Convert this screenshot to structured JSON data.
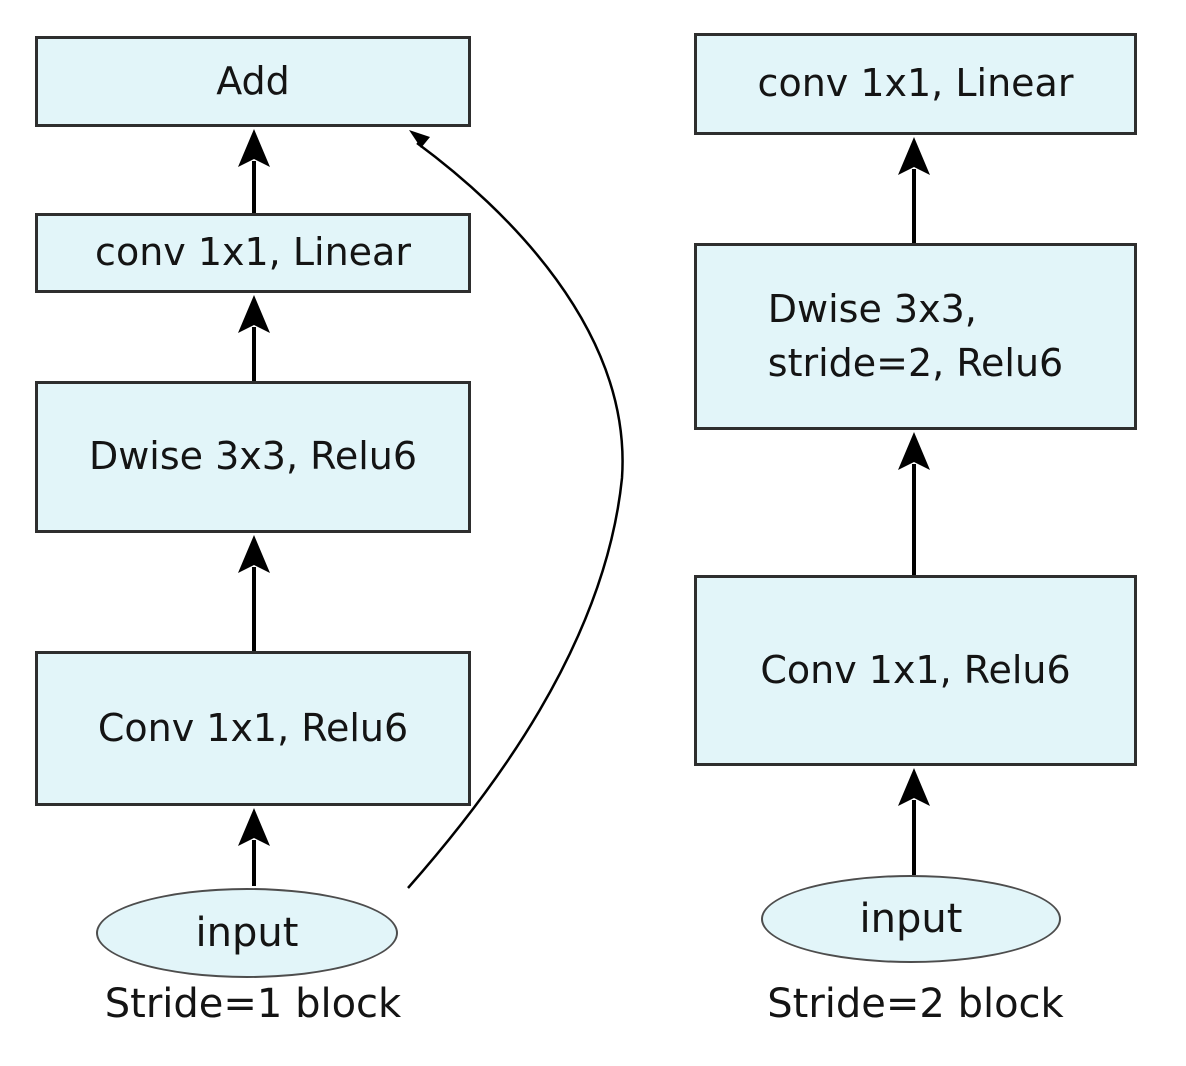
{
  "colors": {
    "node_fill": "#e2f5f9",
    "node_border": "#2e2e2e",
    "ellipse_border": "#4d4d4d",
    "arrow": "#000000",
    "text": "#141414",
    "background": "#ffffff"
  },
  "left_block": {
    "caption": "Stride=1 block",
    "nodes": {
      "add": {
        "label": "Add"
      },
      "conv_linear": {
        "label": "conv 1x1, Linear"
      },
      "dwise": {
        "label": "Dwise 3x3, Relu6"
      },
      "conv_relu": {
        "label": "Conv 1x1, Relu6"
      },
      "input": {
        "label": "input"
      }
    }
  },
  "right_block": {
    "caption": "Stride=2 block",
    "nodes": {
      "conv_linear": {
        "label": "conv 1x1, Linear"
      },
      "dwise": {
        "line1": "Dwise 3x3,",
        "line2": "stride=2, Relu6"
      },
      "conv_relu": {
        "label": "Conv 1x1, Relu6"
      },
      "input": {
        "label": "input"
      }
    }
  }
}
